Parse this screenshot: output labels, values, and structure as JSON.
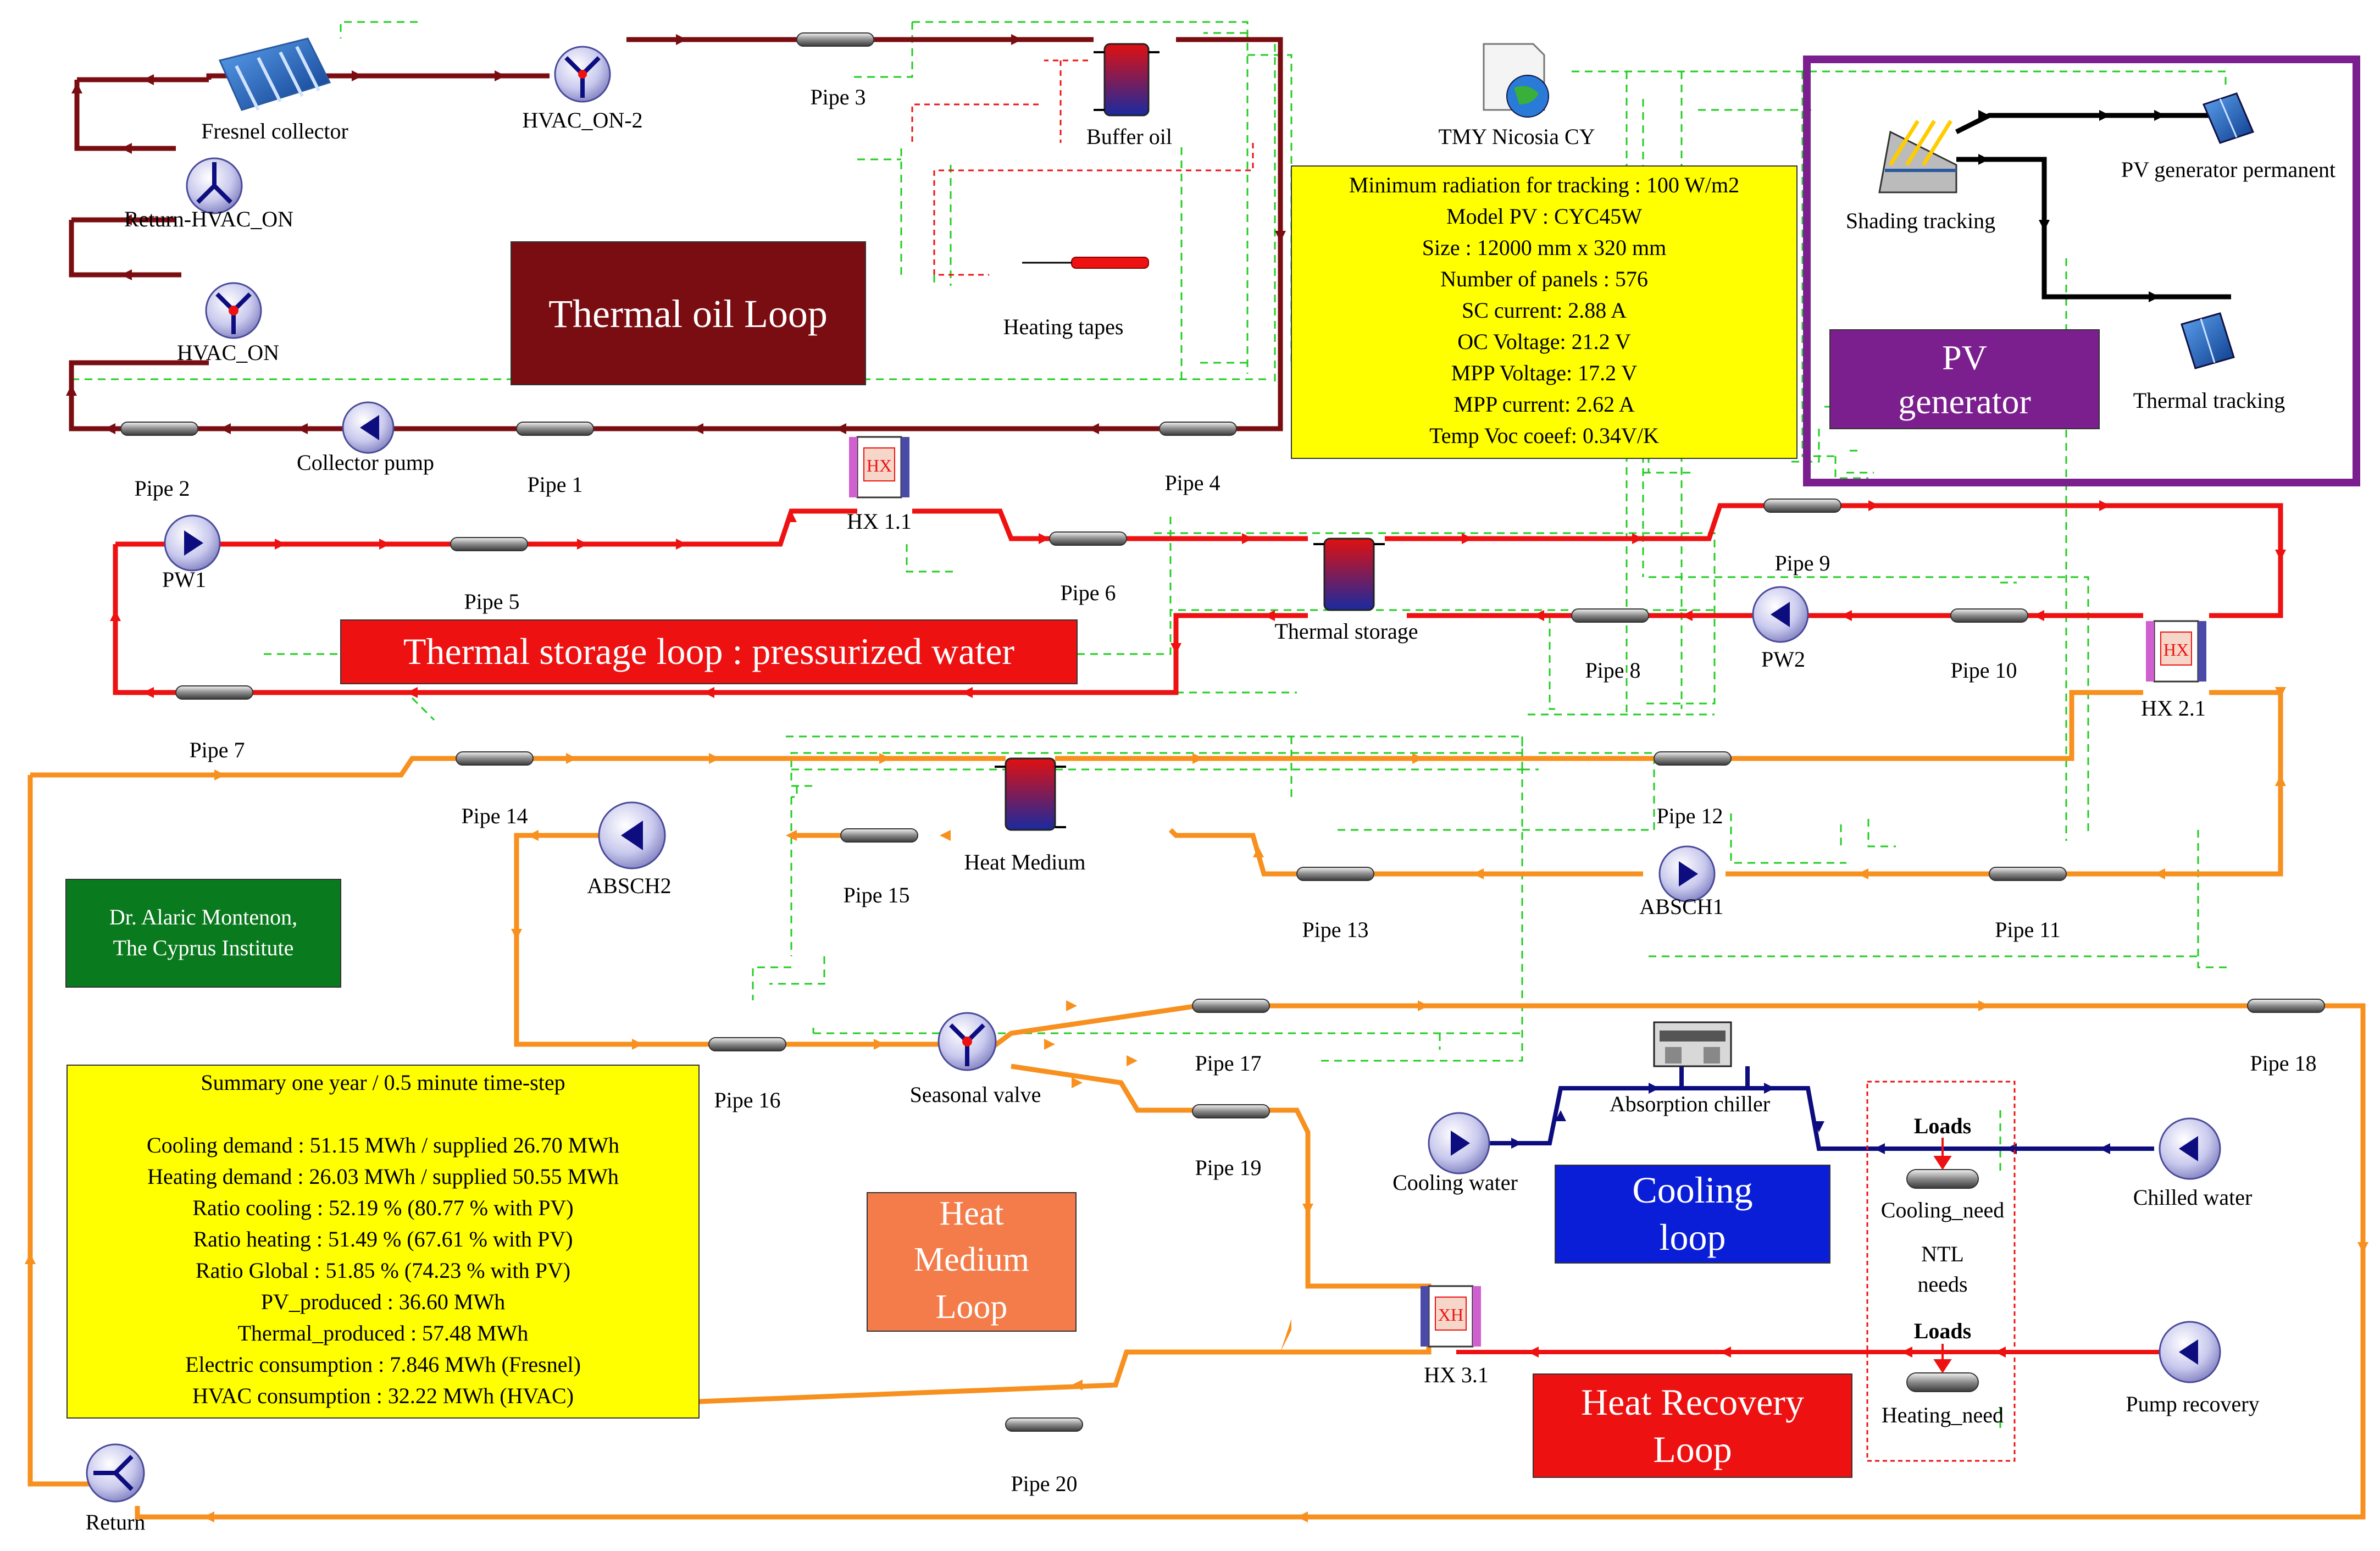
{
  "colors": {
    "oil": "#7a0d12",
    "storage": "#ee1111",
    "medium": "#f7901e",
    "cooling": "#0d0d80",
    "recovery": "#ee1111",
    "control": "#22cc22",
    "pv_frame": "#7b1f8e",
    "info_box": "#ffff00"
  },
  "loops": {
    "thermal_oil": "Thermal oil Loop",
    "storage": "Thermal storage loop : pressurized water",
    "pv_line1": "PV",
    "pv_line2": "generator",
    "heat_medium_1": "Heat",
    "heat_medium_2": "Medium",
    "heat_medium_3": "Loop",
    "cooling_1": "Cooling",
    "cooling_2": "loop",
    "recovery_1": "Heat Recovery",
    "recovery_2": "Loop"
  },
  "author": {
    "line1": "Dr. Alaric Montenon,",
    "line2": "The Cyprus Institute"
  },
  "pv_spec": [
    "Minimum radiation for tracking : 100 W/m2",
    "Model PV : CYC45W",
    "Size  : 12000 mm x 320 mm",
    "Number of panels : 576",
    "SC current: 2.88 A",
    "OC Voltage: 21.2 V",
    "MPP Voltage: 17.2 V",
    "MPP current: 2.62 A",
    "Temp Voc coeef: 0.34V/K"
  ],
  "summary": [
    "Summary one year / 0.5 minute time-step",
    "",
    "Cooling demand : 51.15 MWh / supplied 26.70 MWh",
    "Heating demand : 26.03 MWh / supplied 50.55 MWh",
    "Ratio cooling : 52.19 % (80.77 % with PV)",
    "Ratio heating : 51.49 % (67.61 % with PV)",
    "Ratio Global : 51.85 % (74.23 % with PV)",
    "PV_produced : 36.60 MWh",
    "Thermal_produced : 57.48 MWh",
    "Electric consumption : 7.846 MWh (Fresnel)",
    "HVAC consumption : 32.22 MWh (HVAC)"
  ],
  "components": {
    "fresnel": "Fresnel collector",
    "hvac_on_2": "HVAC_ON-2",
    "return_hvac_on": "Return-HVAC_ON",
    "hvac_on": "HVAC_ON",
    "buffer_oil": "Buffer oil",
    "tmy": "TMY Nicosia CY",
    "heating_tapes": "Heating tapes",
    "collector_pump": "Collector pump",
    "hx11": "HX 1.1",
    "pw1": "PW1",
    "thermal_storage": "Thermal storage",
    "pw2": "PW2",
    "hx21": "HX 2.1",
    "shading_tracking": "Shading tracking",
    "pv_permanent": "PV generator permanent",
    "thermal_tracking": "Thermal tracking",
    "heat_medium": "Heat Medium",
    "absch2": "ABSCH2",
    "absch1": "ABSCH1",
    "seasonal_valve": "Seasonal valve",
    "absorption_chiller": "Absorption chiller",
    "cooling_water": "Cooling water",
    "loads_1": "Loads",
    "cooling_need": "Cooling_need",
    "chilled_water": "Chilled water",
    "ntl_1": "NTL",
    "ntl_2": "needs",
    "loads_2": "Loads",
    "heating_need": "Heating_need",
    "pump_recovery": "Pump recovery",
    "hx31": "HX 3.1",
    "return": "Return"
  },
  "pipes": {
    "p1": "Pipe 1",
    "p2": "Pipe 2",
    "p3": "Pipe 3",
    "p4": "Pipe 4",
    "p5": "Pipe 5",
    "p6": "Pipe 6",
    "p7": "Pipe 7",
    "p8": "Pipe 8",
    "p9": "Pipe 9",
    "p10": "Pipe 10",
    "p11": "Pipe 11",
    "p12": "Pipe 12",
    "p13": "Pipe 13",
    "p14": "Pipe 14",
    "p15": "Pipe 15",
    "p16": "Pipe 16",
    "p17": "Pipe 17",
    "p18": "Pipe 18",
    "p19": "Pipe 19",
    "p20": "Pipe 20"
  },
  "hx_glyph": "HX",
  "hx_glyph_rev": "XH"
}
